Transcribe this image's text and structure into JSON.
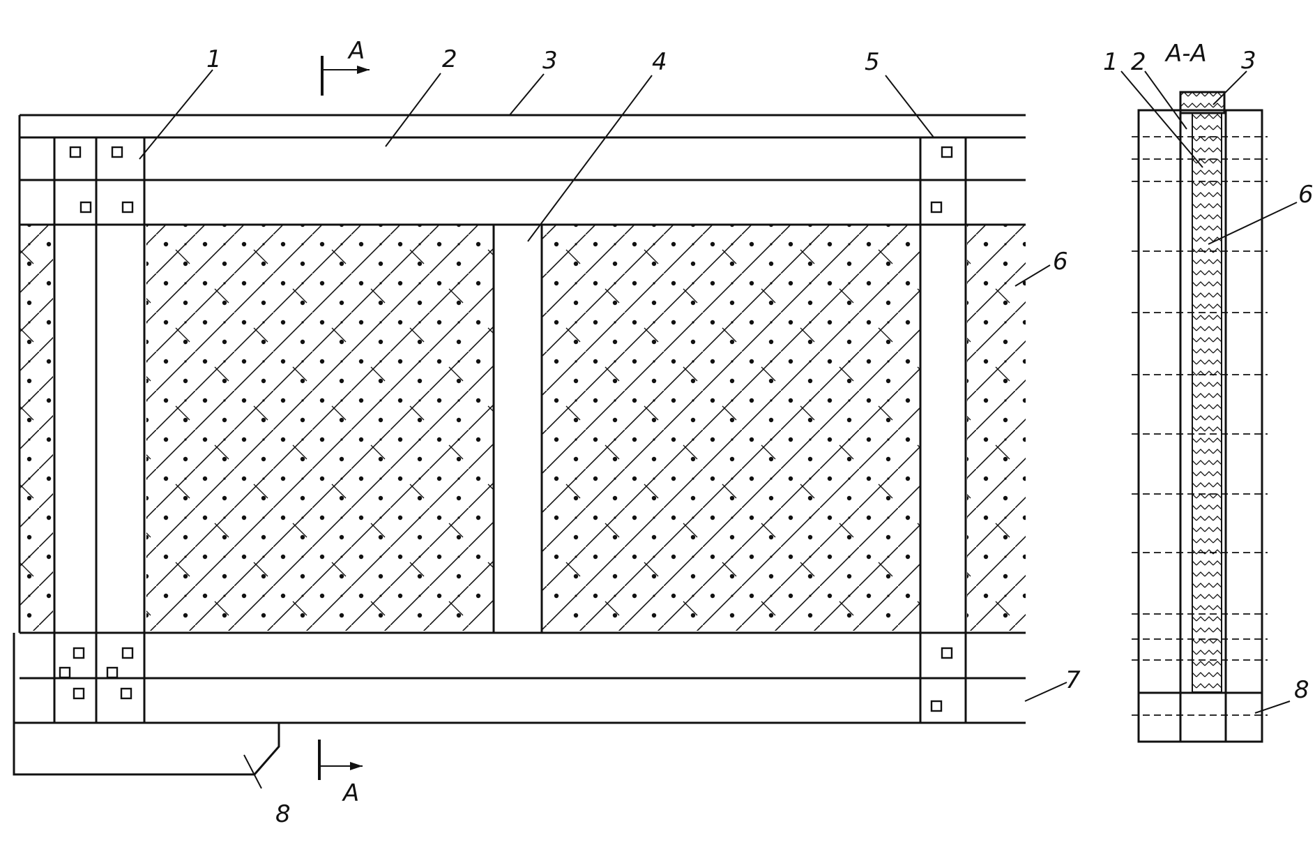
{
  "labels": {
    "n1": "1",
    "n2": "2",
    "n3": "3",
    "n4": "4",
    "n5": "5",
    "n6": "6",
    "n7": "7",
    "n8": "8",
    "section_mark": "A",
    "section_title": "A-A",
    "s1": "1",
    "s2": "2",
    "s3": "3",
    "s6": "6",
    "s8": "8"
  },
  "colors": {
    "ink": "#111111",
    "paper": "#ffffff"
  }
}
